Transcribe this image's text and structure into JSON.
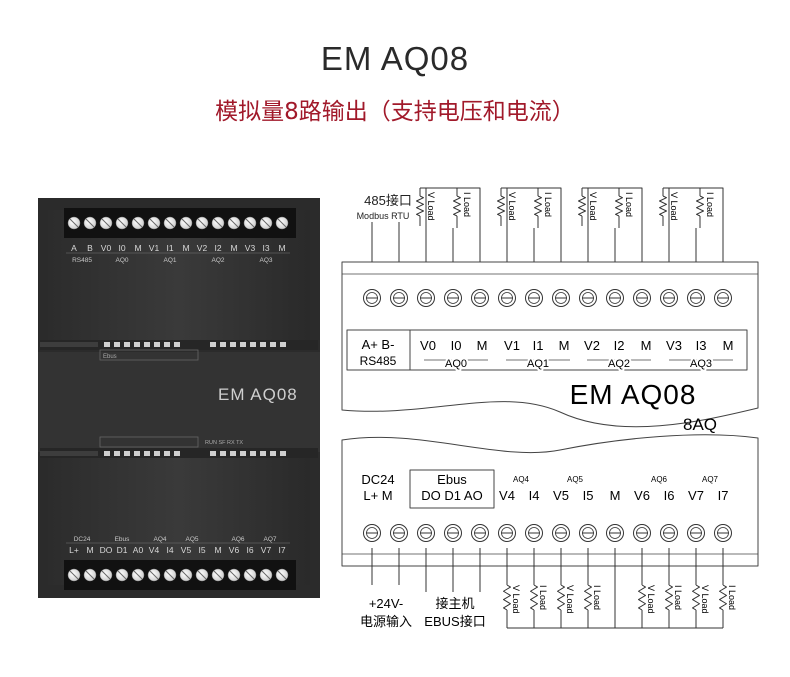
{
  "header": {
    "title": "EM AQ08",
    "subtitle": "模拟量8路输出（支持电压和电流）"
  },
  "device": {
    "model": "EM  AQ08",
    "top_labels": [
      "A",
      "B",
      "V0",
      "I0",
      "M",
      "V1",
      "I1",
      "M",
      "V2",
      "I2",
      "M",
      "V3",
      "I3",
      "M"
    ],
    "top_groups": [
      "RS485",
      "AQ0",
      "AQ1",
      "AQ2",
      "AQ3"
    ],
    "ebus_label": "Ebus",
    "status_leds": "RUN SF RX TX",
    "bottom_groups": [
      "DC24",
      "Ebus",
      "AQ4",
      "AQ5",
      "AQ6",
      "AQ7"
    ],
    "bottom_labels": [
      "L+",
      "M",
      "DO",
      "D1",
      "A0",
      "V4",
      "I4",
      "V5",
      "I5",
      "M",
      "V6",
      "I6",
      "V7",
      "I7"
    ]
  },
  "schematic": {
    "rs485_title": "485接口",
    "rs485_sub": "Modbus RTU",
    "load_v": "V Load",
    "load_i": "I Load",
    "rs485_terms": "A+  B-",
    "rs485_name": "RS485",
    "top_terms": [
      "V0",
      "I0",
      "M",
      "V1",
      "I1",
      "M",
      "V2",
      "I2",
      "M",
      "V3",
      "I3",
      "M"
    ],
    "top_groups": [
      "AQ0",
      "AQ1",
      "AQ2",
      "AQ3"
    ],
    "model": "EM  AQ08",
    "channels": "8AQ",
    "dc24": "DC24",
    "dc24_terms": "L+  M",
    "ebus": "Ebus",
    "ebus_terms": "DO D1 AO",
    "bottom_groups": [
      "AQ4",
      "AQ5",
      "AQ6",
      "AQ7"
    ],
    "bottom_terms": [
      "V4",
      "I4",
      "V5",
      "I5",
      "M",
      "V6",
      "I6",
      "V7",
      "I7"
    ],
    "power_label": "+24V-",
    "power_sub": "电源输入",
    "host_label": "接主机",
    "host_sub": "EBUS接口"
  }
}
